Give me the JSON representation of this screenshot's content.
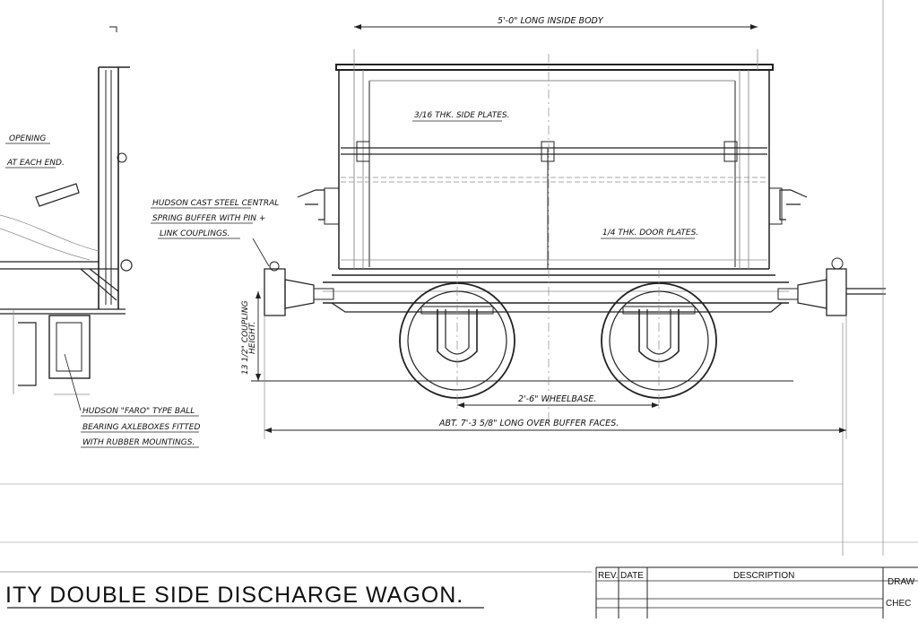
{
  "labels": {
    "inside_body": "5'-0\" LONG INSIDE BODY",
    "side_plates": "3/16 THK. SIDE PLATES.",
    "door_plates": "1/4 THK. DOOR PLATES.",
    "opening": "OPENING",
    "at_each_end": "AT EACH END.",
    "buffer_line1": "HUDSON CAST STEEL CENTRAL",
    "buffer_line2": "SPRING BUFFER WITH PIN +",
    "buffer_line3": "LINK COUPLINGS.",
    "coupling_height_1": "13 1/2\" COUPLING",
    "coupling_height_2": "HEIGHT.",
    "axle_line1": "HUDSON \"FARO\" TYPE BALL",
    "axle_line2": "BEARING AXLEBOXES FITTED",
    "axle_line3": "WITH RUBBER MOUNTINGS.",
    "wheelbase": "2'-6\" WHEELBASE.",
    "over_buffers": "ABT. 7'-3 5/8\" LONG OVER BUFFER FACES."
  },
  "title_block": {
    "title": "ITY DOUBLE SIDE DISCHARGE WAGON.",
    "rev": "REV.",
    "date": "DATE",
    "description": "DESCRIPTION",
    "drawn": "DRAW",
    "checked": "CHEC"
  }
}
